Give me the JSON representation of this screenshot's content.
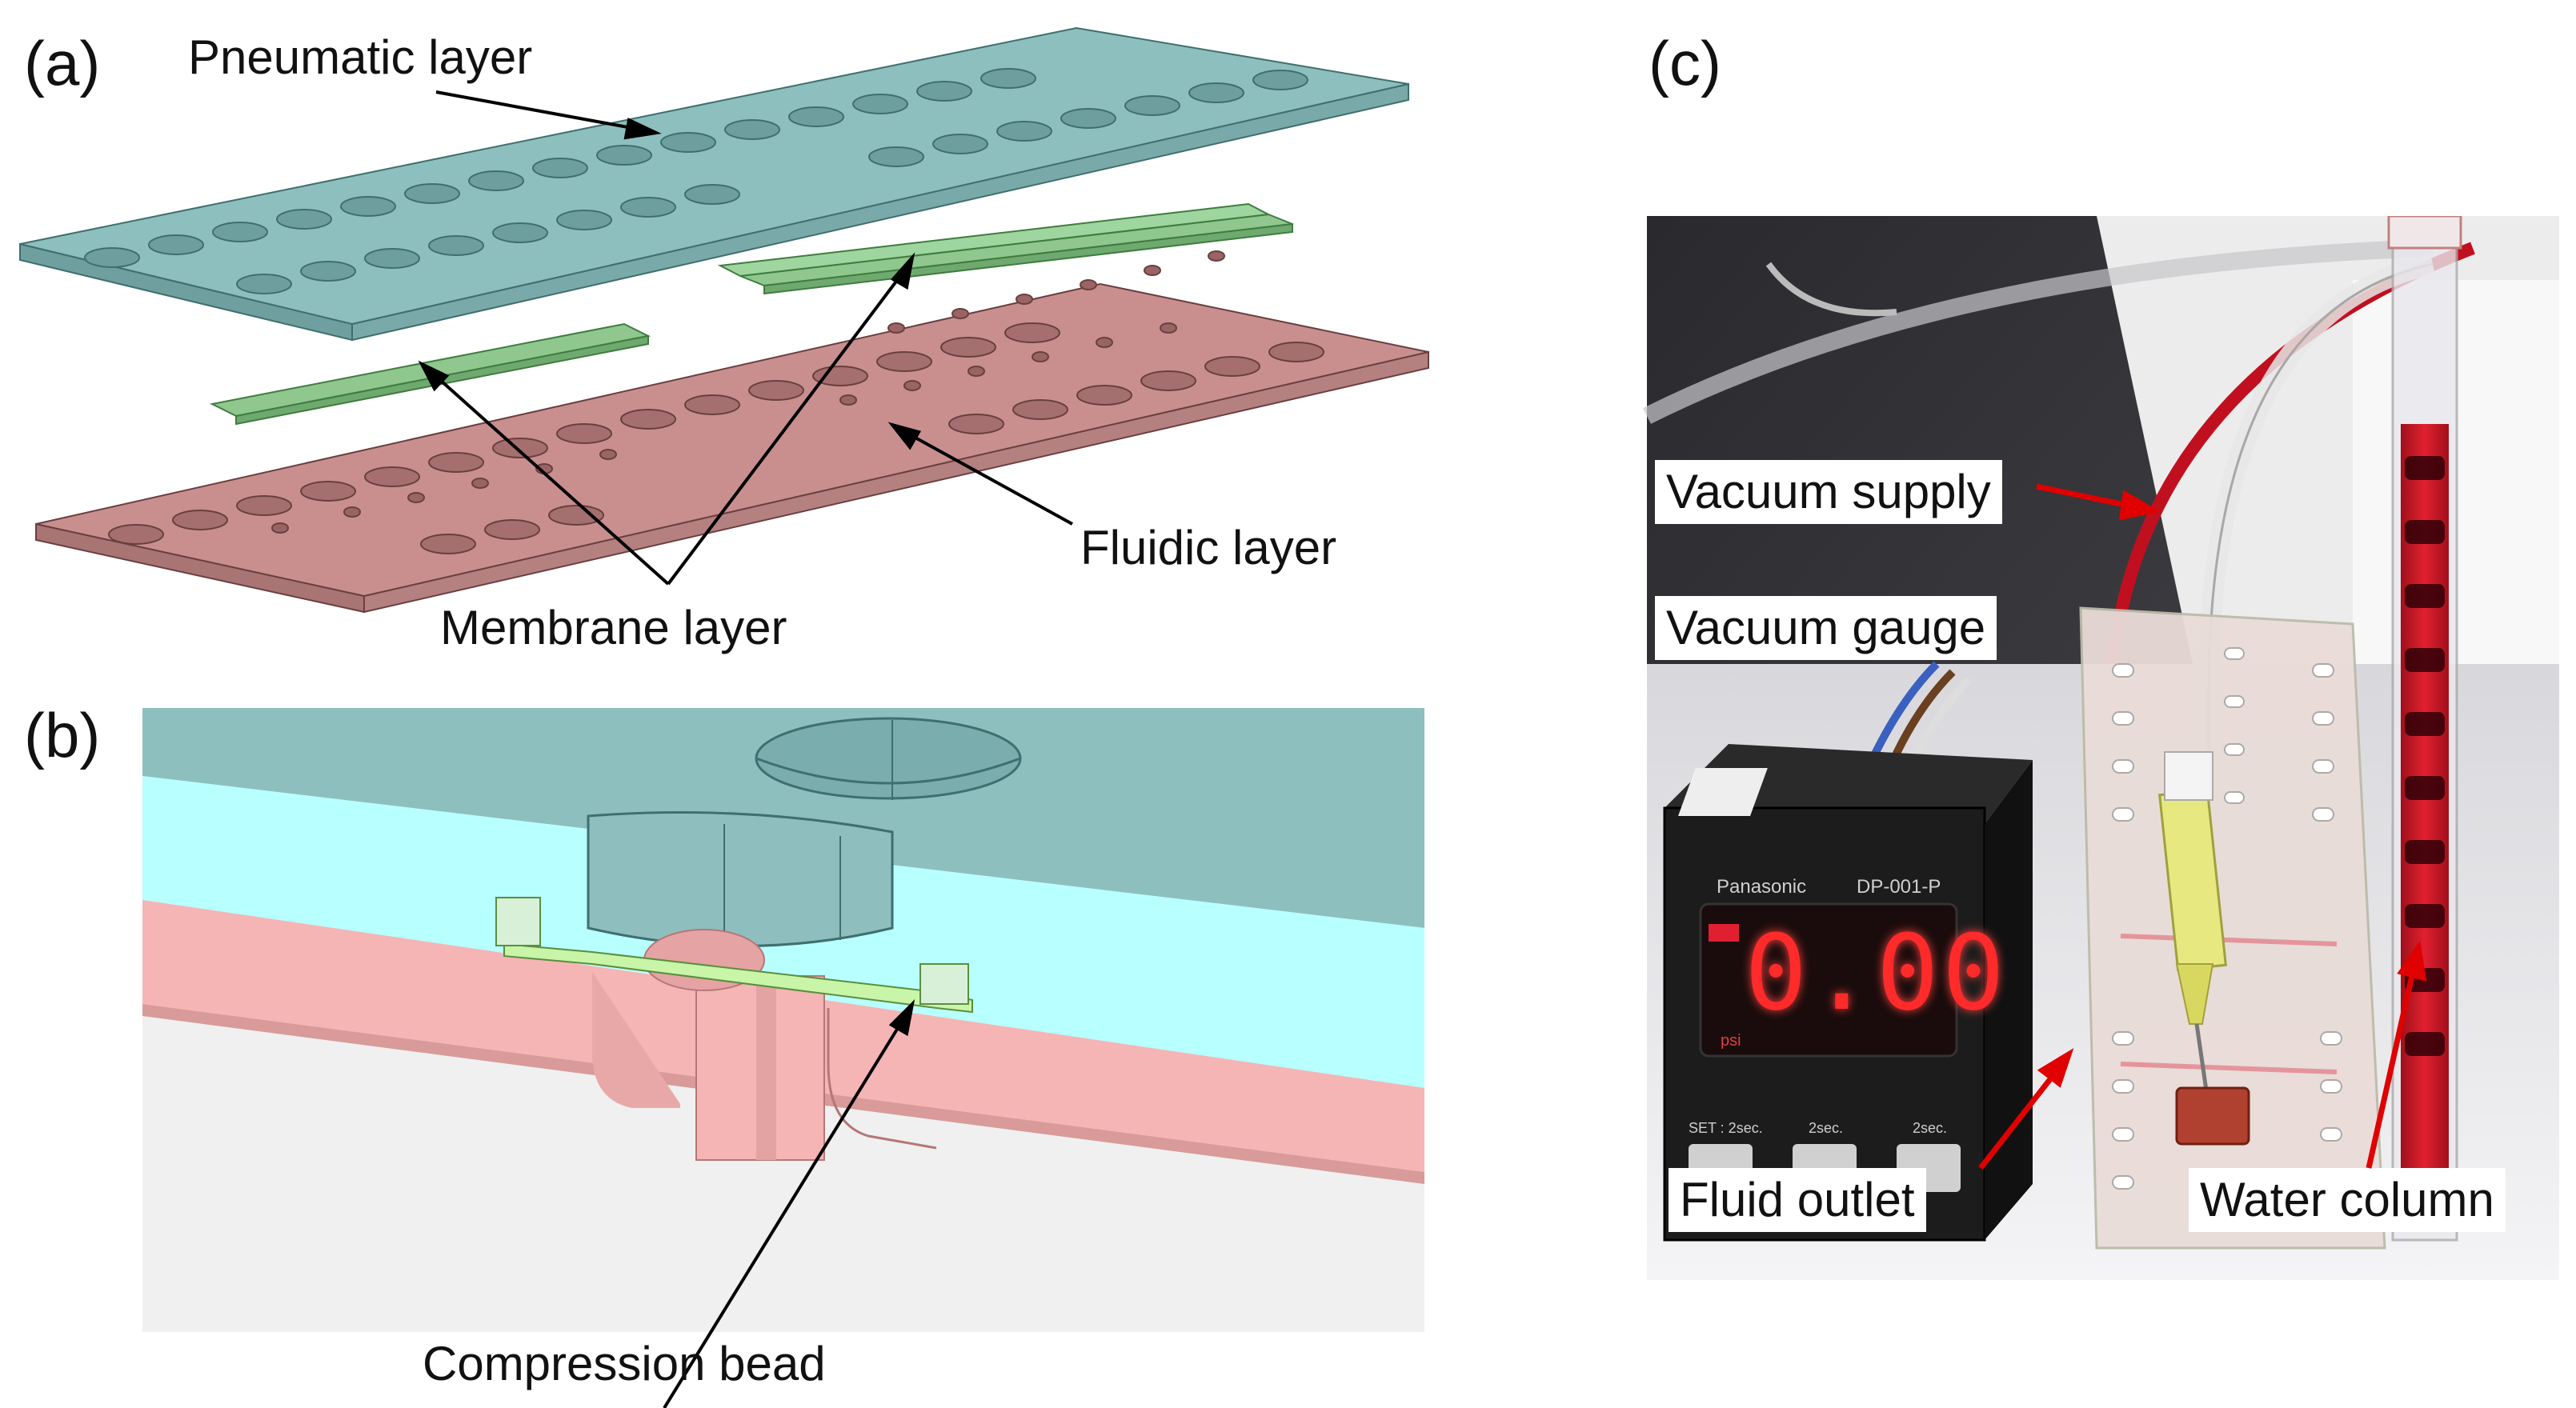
{
  "figure": {
    "panels": [
      {
        "id": "a",
        "label": "(a)"
      },
      {
        "id": "b",
        "label": "(b)"
      },
      {
        "id": "c",
        "label": "(c)"
      }
    ],
    "panel_a": {
      "pneumatic_label": "Pneumatic layer",
      "fluidic_label": "Fluidic layer",
      "membrane_label": "Membrane layer"
    },
    "panel_b": {
      "bead_label": "Compression bead"
    },
    "panel_c": {
      "vacuum_supply": "Vacuum supply",
      "vacuum_gauge": "Vacuum gauge",
      "fluid_outlet": "Fluid outlet",
      "water_column": "Water column",
      "gauge_reading": "0.00",
      "gauge_brand": "Panasonic",
      "gauge_model": "DP-001-P",
      "gauge_unit": "psi",
      "gauge_button_1": "SET : 2sec.",
      "gauge_button_2": "2sec.",
      "gauge_button_3": "2sec."
    }
  },
  "colors": {
    "pneumatic": "#8ebfbf",
    "pneumatic_light": "#b8ffff",
    "fluidic": "#c98f8f",
    "fluidic_light": "#f5b5b5",
    "membrane": "#8fc78f",
    "membrane_light": "#c8f5a8",
    "arrow_red": "#e00000"
  }
}
